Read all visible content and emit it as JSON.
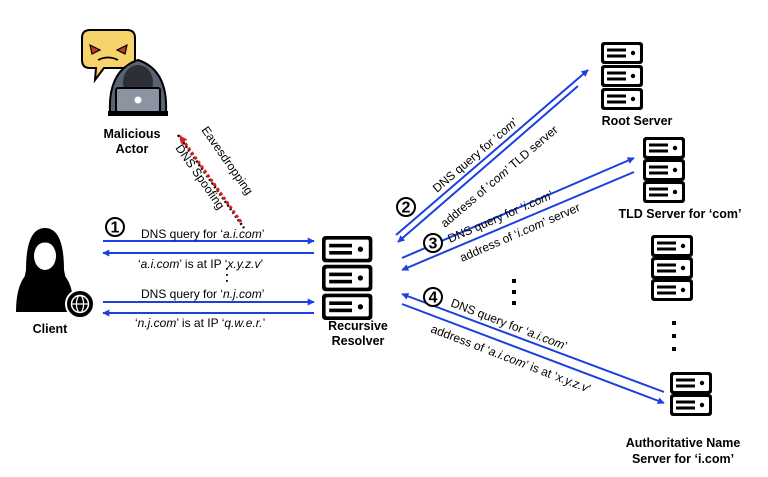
{
  "nodes": {
    "malicious_actor": [
      "Malicious",
      "Actor"
    ],
    "client": "Client",
    "recursive_resolver": [
      "Recursive",
      "Resolver"
    ],
    "root_server": "Root Server",
    "tld_server": "TLD Server for ‘com’",
    "authoritative_server": [
      "Authoritative Name",
      "Server for ‘i.com’"
    ]
  },
  "attack": {
    "eavesdropping": "Eavesdropping",
    "spoofing": "DNS Spoofing",
    "colors": {
      "eavesdropping": "#000000",
      "spoofing": "#e11b1b"
    }
  },
  "steps": {
    "one": "1",
    "two": "2",
    "three": "3",
    "four": "4"
  },
  "client_messages": {
    "q1_prefix": "DNS query for ‘",
    "q1_domain": "a.i.com",
    "q1_suffix": "’",
    "r1_domain": "a.i.com",
    "r1_mid": "’ is at IP ‘",
    "r1_ip": "x.y.z.v",
    "r1_suffix": "’",
    "q2_prefix": "DNS query for ‘",
    "q2_domain": "n.j.com",
    "q2_suffix": "’",
    "r2_domain": "n.j.com",
    "r2_mid": "’ is at IP ‘",
    "r2_ip": "q.w.e.r.",
    "r2_suffix": "’"
  },
  "resolver_messages": {
    "root_query_prefix": "DNS query for ‘",
    "root_query_domain": "com",
    "root_query_suffix": "’",
    "root_reply_prefix": "address of ‘",
    "root_reply_domain": "com",
    "root_reply_suffix": "’ TLD server",
    "tld_query_prefix": "DNS query for ‘",
    "tld_query_domain": "i.com",
    "tld_query_suffix": "’",
    "tld_reply_prefix": "address of ‘",
    "tld_reply_domain": "i.com",
    "tld_reply_suffix": "’ server",
    "auth_query_prefix": "DNS query for ‘",
    "auth_query_domain": "a.i.com",
    "auth_query_suffix": "’",
    "auth_reply_prefix": "address of  ‘",
    "auth_reply_domain": "a.i.com",
    "auth_reply_mid": "’ is at ‘",
    "auth_reply_ip": "x.y.z.v",
    "auth_reply_suffix": "’"
  },
  "colors": {
    "arrow": "#1b3fe0",
    "server": "#000000"
  }
}
